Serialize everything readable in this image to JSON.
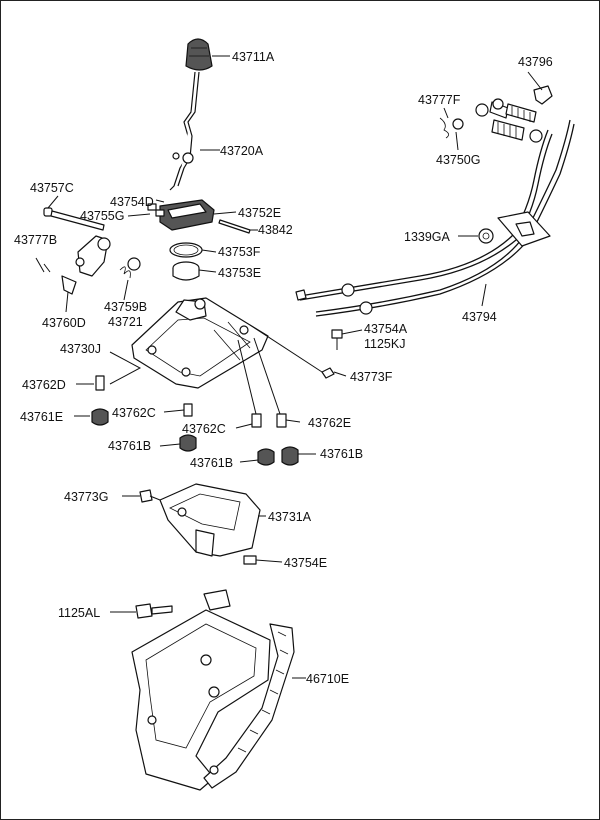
{
  "parts": [
    {
      "id": "p43711A",
      "label": "43711A"
    },
    {
      "id": "p43720A",
      "label": "43720A"
    },
    {
      "id": "p43796",
      "label": "43796"
    },
    {
      "id": "p43777F",
      "label": "43777F"
    },
    {
      "id": "p43750G",
      "label": "43750G"
    },
    {
      "id": "p43757C",
      "label": "43757C"
    },
    {
      "id": "p43754D",
      "label": "43754D"
    },
    {
      "id": "p43755G",
      "label": "43755G"
    },
    {
      "id": "p43752E",
      "label": "43752E"
    },
    {
      "id": "p43842",
      "label": "43842"
    },
    {
      "id": "p1339GA",
      "label": "1339GA"
    },
    {
      "id": "p43777B",
      "label": "43777B"
    },
    {
      "id": "p43753F",
      "label": "43753F"
    },
    {
      "id": "p43753E",
      "label": "43753E"
    },
    {
      "id": "p43759B",
      "label": "43759B"
    },
    {
      "id": "p43721",
      "label": "43721"
    },
    {
      "id": "p43760D",
      "label": "43760D"
    },
    {
      "id": "p43794",
      "label": "43794"
    },
    {
      "id": "p43754A",
      "label": "43754A"
    },
    {
      "id": "p1125KJ",
      "label": "1125KJ"
    },
    {
      "id": "p43730J",
      "label": "43730J"
    },
    {
      "id": "p43773F",
      "label": "43773F"
    },
    {
      "id": "p43762D",
      "label": "43762D"
    },
    {
      "id": "p43761E",
      "label": "43761E"
    },
    {
      "id": "p43762C_a",
      "label": "43762C"
    },
    {
      "id": "p43762E",
      "label": "43762E"
    },
    {
      "id": "p43762C_b",
      "label": "43762C"
    },
    {
      "id": "p43761B_a",
      "label": "43761B"
    },
    {
      "id": "p43761B_b",
      "label": "43761B"
    },
    {
      "id": "p43761B_c",
      "label": "43761B"
    },
    {
      "id": "p43773G",
      "label": "43773G"
    },
    {
      "id": "p43731A",
      "label": "43731A"
    },
    {
      "id": "p43754E",
      "label": "43754E"
    },
    {
      "id": "p1125AL",
      "label": "1125AL"
    },
    {
      "id": "p46710E",
      "label": "46710E"
    }
  ]
}
